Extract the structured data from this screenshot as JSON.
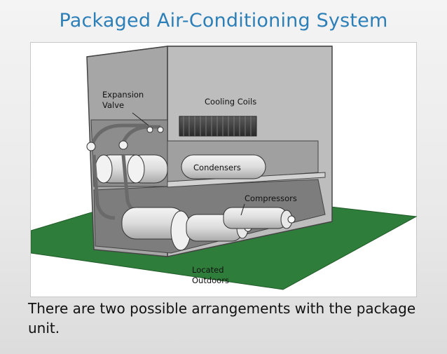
{
  "title": "Packaged Air-Conditioning System",
  "diagram": {
    "labels": {
      "expansion_valve_line1": "Expansion",
      "expansion_valve_line2": "Valve",
      "cooling_coils": "Cooling Coils",
      "condensers": "Condensers",
      "compressors": "Compressors",
      "located_line1": "Located",
      "located_line2": "Outdoors"
    },
    "colors": {
      "title": "#2d7fb8",
      "ground": "#2f7d3a",
      "cabinet": "#b9b9b9",
      "interior": "#8a8a8a"
    }
  },
  "caption": "There are two possible arrangements with the package unit."
}
